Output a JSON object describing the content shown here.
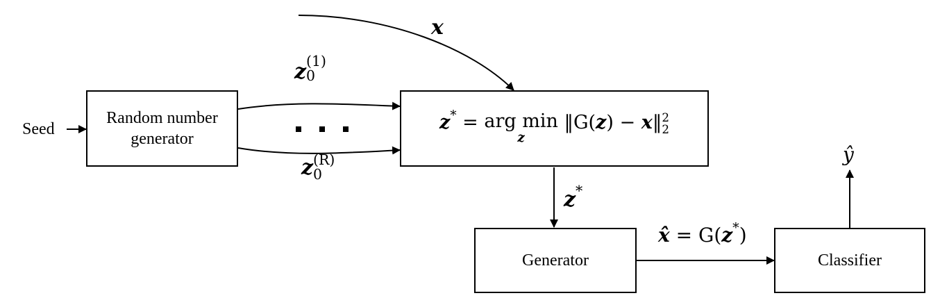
{
  "input": {
    "seed_label": "Seed"
  },
  "boxes": {
    "rng": {
      "line1": "Random number",
      "line2": "generator"
    },
    "generator": "Generator",
    "classifier": "Classifier"
  },
  "labels": {
    "x": "x",
    "z0": "z",
    "z0_sub": "0",
    "z0_first_sup": "(1)",
    "z0_last_sup": "(R)",
    "zstar": "z",
    "star": "*",
    "yhat": "ŷ"
  },
  "objective": {
    "lhs": "z",
    "lhs_sup": "*",
    "eq": "=",
    "argmin": "arg min",
    "under": "z",
    "norm_open": "‖G(",
    "z": "z",
    "minus": ") − ",
    "x": "x",
    "norm_close": "‖",
    "exp": "2",
    "sub": "2"
  },
  "reconstruction": {
    "xhat": "x̂",
    "eq": " = G(",
    "z": "z",
    "star": "*",
    "close": ")"
  }
}
